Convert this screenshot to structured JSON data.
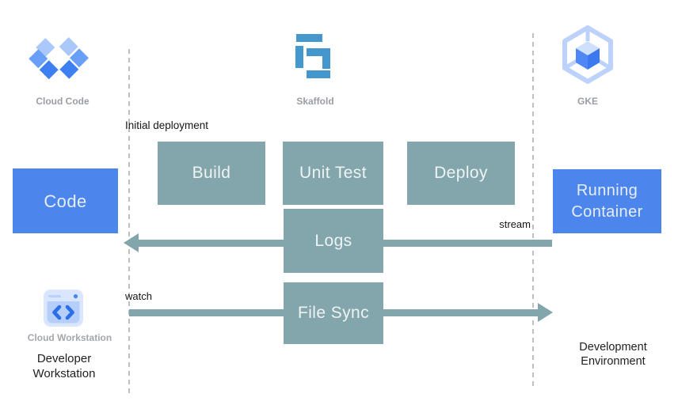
{
  "tools": {
    "cloud_code": {
      "label": "Cloud Code",
      "icon": "cloud-code-icon"
    },
    "skaffold": {
      "label": "Skaffold",
      "icon": "skaffold-icon"
    },
    "gke": {
      "label": "GKE",
      "icon": "gke-icon"
    }
  },
  "nodes": {
    "code": "Code",
    "build": "Build",
    "unit_test": "Unit Test",
    "deploy": "Deploy",
    "logs": "Logs",
    "file_sync": "File Sync",
    "running_container": "Running Container"
  },
  "annotations": {
    "initial_deployment": "Initial deployment",
    "stream": "stream",
    "watch": "watch"
  },
  "footer": {
    "cloud_workstation": "Cloud Workstation",
    "developer_workstation": "Developer Workstation",
    "development_environment": "Development Environment"
  },
  "icons": {
    "cloud_workstation": "cloud-workstation-icon"
  },
  "colors": {
    "node_teal": "#83a6ac",
    "node_blue": "#4c86ec",
    "arrow_teal": "#83a6ac",
    "skaffold_blue": "#4598cd",
    "google_blue": "#4285f4",
    "blue_light": "#aecbfa",
    "blue_lighter": "#d9e6fd",
    "dashed_line_gray": "#bdc0c3",
    "caption_gray": "#9a9ea3",
    "text_black": "#161616",
    "node_text": "#eef3f4"
  }
}
